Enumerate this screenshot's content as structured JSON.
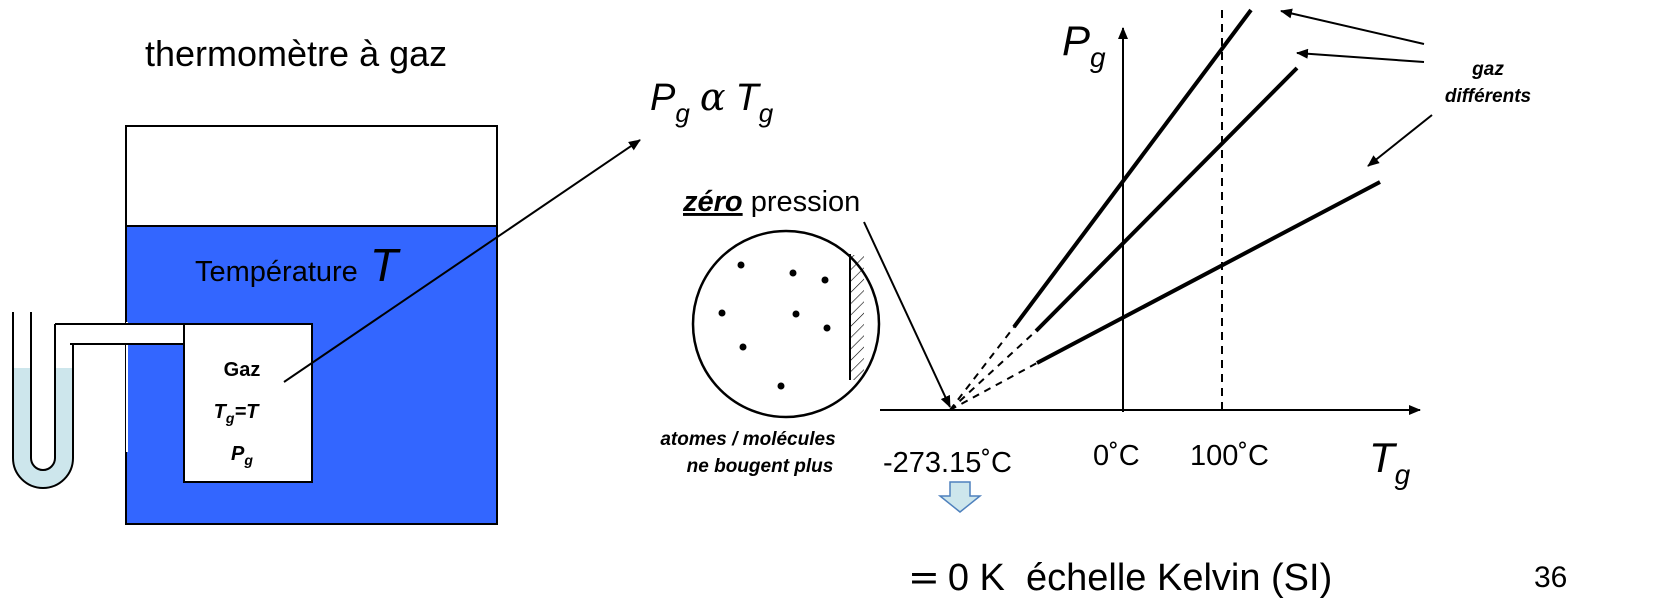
{
  "title": "thermomètre à gaz",
  "proportionality": {
    "p": "P",
    "p_sub": "g",
    "alpha": "α",
    "t": "T",
    "t_sub": "g"
  },
  "bath": {
    "label": "Température",
    "symbol": "T",
    "water_color": "#3366ff"
  },
  "gas_box": {
    "name": "Gaz",
    "tg_main": "T",
    "tg_sub": "g",
    "tg_rest": "=T",
    "pg_main": "P",
    "pg_sub": "g"
  },
  "zero_pressure": {
    "emph": "zéro",
    "rest": " pression"
  },
  "atoms_caption": {
    "line1": "atomes / molécules",
    "line2": "ne bougent plus"
  },
  "graph": {
    "y_axis": {
      "main": "P",
      "sub": "g"
    },
    "x_axis": {
      "main": "T",
      "sub": "g"
    },
    "tick_labels": {
      "abs_zero": "-273.15˚C",
      "zero": "0˚C",
      "hundred": "100˚C"
    }
  },
  "legend": {
    "line1": "gaz",
    "line2": "différents"
  },
  "kelvin": {
    "eq": "=",
    "text": "0 K  échelle Kelvin (SI)"
  },
  "page_number": "36",
  "colors": {
    "manometer_fluid": "#cde6ec",
    "arrow_fill": "#cde6ec"
  }
}
